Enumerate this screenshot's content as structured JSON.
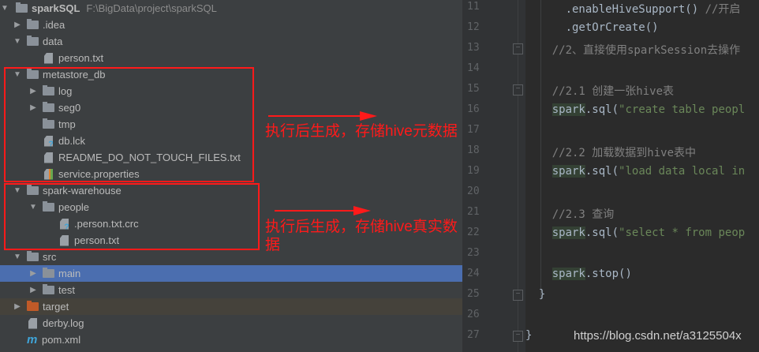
{
  "project_tree": {
    "root": {
      "name": "sparkSQL",
      "path": "F:\\BigData\\project\\sparkSQL"
    },
    "items": [
      {
        "label": ".idea",
        "type": "folder",
        "state": "collapsed"
      },
      {
        "label": "data",
        "type": "folder",
        "state": "expanded"
      },
      {
        "label": "person.txt",
        "type": "text-file"
      },
      {
        "label": "metastore_db",
        "type": "folder",
        "state": "expanded"
      },
      {
        "label": "log",
        "type": "folder",
        "state": "collapsed"
      },
      {
        "label": "seg0",
        "type": "folder",
        "state": "collapsed"
      },
      {
        "label": "tmp",
        "type": "folder"
      },
      {
        "label": "db.lck",
        "type": "unknown-file"
      },
      {
        "label": "README_DO_NOT_TOUCH_FILES.txt",
        "type": "text-file"
      },
      {
        "label": "service.properties",
        "type": "properties-file"
      },
      {
        "label": "spark-warehouse",
        "type": "folder",
        "state": "expanded"
      },
      {
        "label": "people",
        "type": "folder",
        "state": "expanded"
      },
      {
        "label": ".person.txt.crc",
        "type": "unknown-file"
      },
      {
        "label": "person.txt",
        "type": "text-file"
      },
      {
        "label": "src",
        "type": "folder",
        "state": "expanded"
      },
      {
        "label": "main",
        "type": "folder",
        "state": "collapsed",
        "selected": true
      },
      {
        "label": "test",
        "type": "folder",
        "state": "collapsed"
      },
      {
        "label": "target",
        "type": "excluded-folder",
        "state": "collapsed"
      },
      {
        "label": "derby.log",
        "type": "text-file"
      },
      {
        "label": "pom.xml",
        "type": "maven-file"
      }
    ]
  },
  "editor": {
    "lines": [
      {
        "n": "11",
        "parts": [
          {
            "t": "      .enableHiveSupport() "
          },
          {
            "t": "//开启",
            "c": "cm"
          }
        ]
      },
      {
        "n": "12",
        "parts": [
          {
            "t": "      .getOrCreate()"
          }
        ]
      },
      {
        "n": "13",
        "parts": [
          {
            "t": "    //2、直接使用sparkSession去操作",
            "c": "cm"
          }
        ]
      },
      {
        "n": "14",
        "parts": []
      },
      {
        "n": "15",
        "parts": [
          {
            "t": "    //2.1 创建一张hive表",
            "c": "cm"
          }
        ]
      },
      {
        "n": "16",
        "parts": [
          {
            "t": "    "
          },
          {
            "t": "spark",
            "c": "hl"
          },
          {
            "t": ".sql("
          },
          {
            "t": "\"create table peopl",
            "c": "str"
          }
        ]
      },
      {
        "n": "17",
        "parts": []
      },
      {
        "n": "18",
        "parts": [
          {
            "t": "    //2.2 加载数据到hive表中",
            "c": "cm"
          }
        ]
      },
      {
        "n": "19",
        "parts": [
          {
            "t": "    "
          },
          {
            "t": "spark",
            "c": "hl"
          },
          {
            "t": ".sql("
          },
          {
            "t": "\"load data local in",
            "c": "str"
          }
        ]
      },
      {
        "n": "20",
        "parts": []
      },
      {
        "n": "21",
        "parts": [
          {
            "t": "    //2.3 查询",
            "c": "cm"
          }
        ]
      },
      {
        "n": "22",
        "parts": [
          {
            "t": "    "
          },
          {
            "t": "spark",
            "c": "hl"
          },
          {
            "t": ".sql("
          },
          {
            "t": "\"select * from peop",
            "c": "str"
          }
        ]
      },
      {
        "n": "23",
        "parts": []
      },
      {
        "n": "24",
        "parts": [
          {
            "t": "    "
          },
          {
            "t": "spark",
            "c": "hl"
          },
          {
            "t": ".stop()"
          }
        ]
      },
      {
        "n": "25",
        "parts": [
          {
            "t": "  }"
          }
        ]
      },
      {
        "n": "26",
        "parts": []
      },
      {
        "n": "27",
        "parts": [
          {
            "t": "}"
          }
        ]
      }
    ]
  },
  "annotations": {
    "metadata_note": "执行后生成，存储hive元数据",
    "data_note": "执行后生成，存储hive真实数据",
    "color": "#ff1a1a"
  },
  "watermark": "https://blog.csdn.net/a3125504x"
}
